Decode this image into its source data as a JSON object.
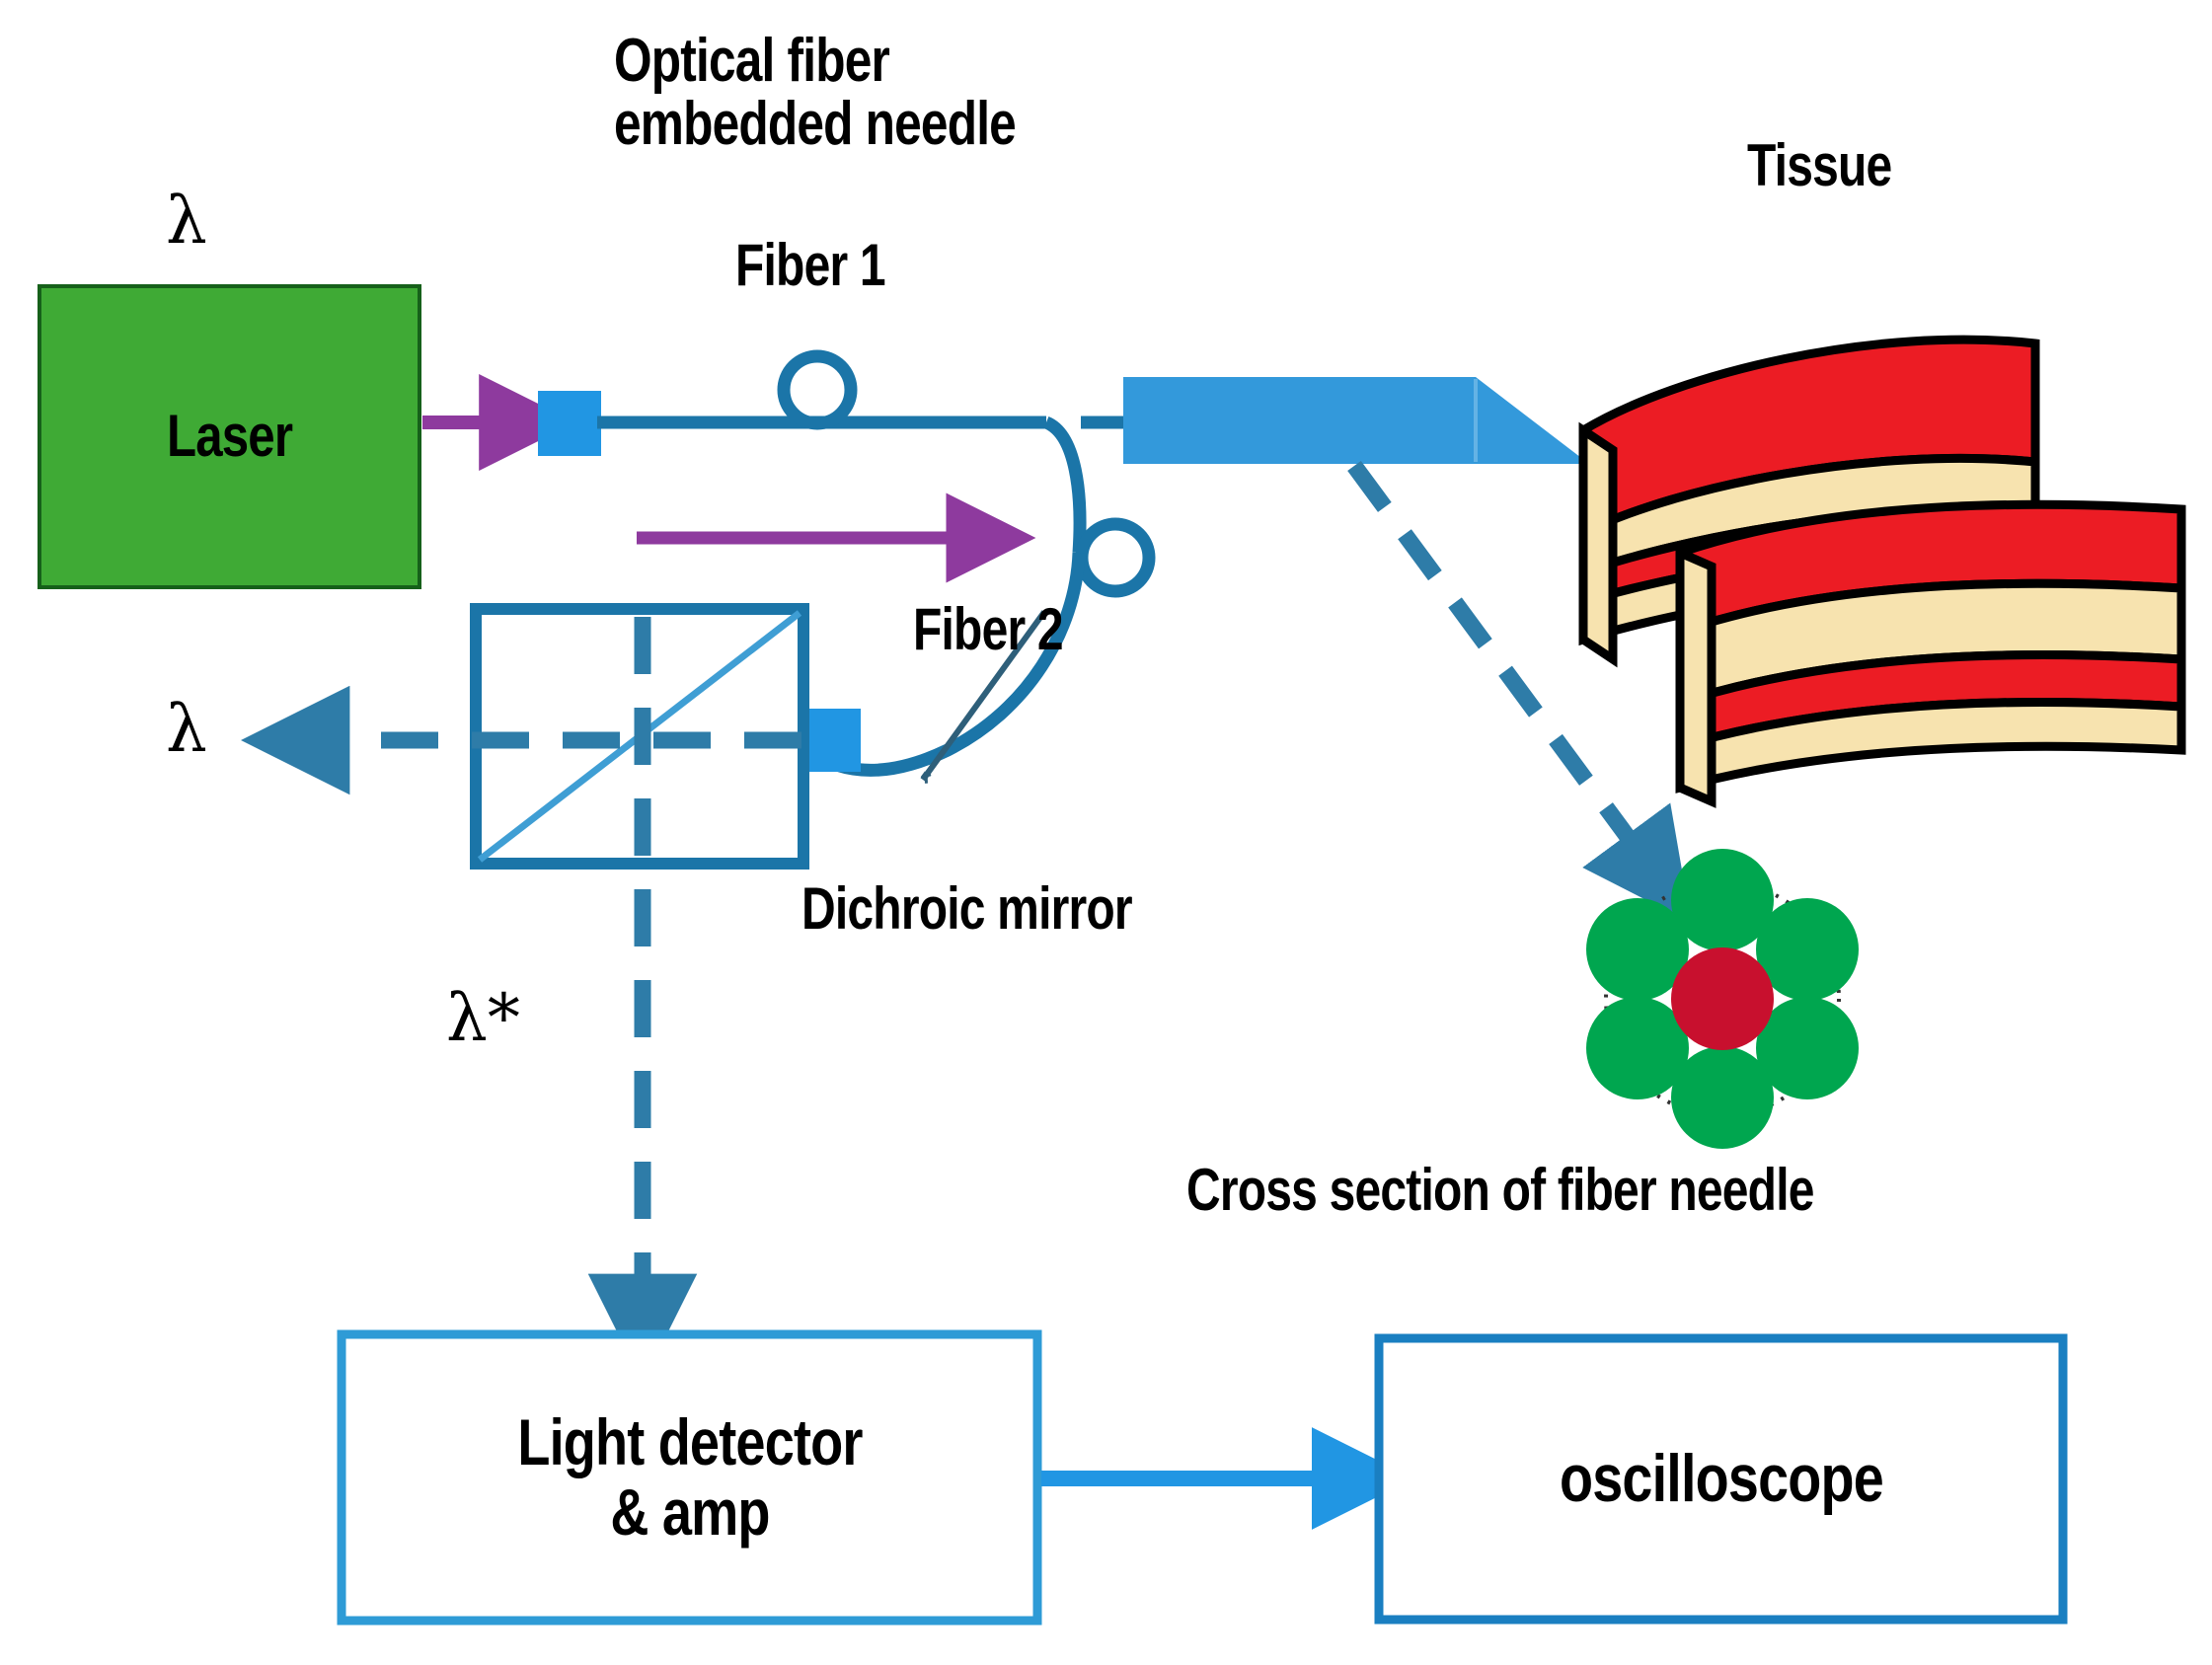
{
  "diagram": {
    "title_not_shown": "",
    "labels": {
      "optical_fiber_needle_line1": "Optical fiber",
      "optical_fiber_needle_line2": "embedded needle",
      "fiber1": "Fiber 1",
      "fiber2": "Fiber 2",
      "dichroic_mirror": "Dichroic mirror",
      "tissue": "Tissue",
      "cross_section": "Cross section of fiber needle",
      "lambda_source": "λ",
      "lambda_reflected": "λ",
      "lambda_star": "λ*"
    },
    "boxes": {
      "laser": "Laser",
      "light_detector_line1": "Light detector",
      "light_detector_line2": "& amp",
      "oscilloscope": "oscilloscope"
    },
    "colors": {
      "laser_green": "#3faa35",
      "laser_green_border": "#17661c",
      "needle_blue": "#3399db",
      "fiber_blue": "#1b75a8",
      "connector_blue": "#2196e3",
      "dashed_blue": "#2e7ca8",
      "box_border_blue": "#2e9bd6",
      "arrow_purple": "#8e3a9e",
      "tissue_red": "#ec1c24",
      "tissue_cream": "#f7e3af",
      "tissue_outline": "#000000",
      "fiber_core_red": "#c8102e",
      "fiber_clad_green": "#00a64f",
      "text_black": "#000000"
    },
    "cross_section": {
      "outer_ring_style": "dotted",
      "center_circle_color": "#c8102e",
      "surrounding_circles_count": 6,
      "surrounding_circle_color": "#00a64f"
    },
    "flows": [
      {
        "from": "laser",
        "to": "fiber-connector",
        "style": "solid",
        "color": "#8e3a9e",
        "label": "λ"
      },
      {
        "from": "fiber-connector",
        "to": "needle",
        "style": "solid",
        "color": "#1b75a8",
        "label": "Fiber 1"
      },
      {
        "from": "needle",
        "to": "cross-section",
        "style": "dashed",
        "color": "#2e7ca8",
        "label": ""
      },
      {
        "from": "fiber2",
        "to": "dichroic-mirror",
        "style": "solid",
        "color": "#1b75a8",
        "label": "Fiber 2"
      },
      {
        "from": "dichroic-mirror",
        "to": "left",
        "style": "dashed",
        "color": "#2e7ca8",
        "label": "λ"
      },
      {
        "from": "dichroic-mirror",
        "to": "light-detector",
        "style": "dashed",
        "color": "#2e7ca8",
        "label": "λ*"
      },
      {
        "from": "light-detector",
        "to": "oscilloscope",
        "style": "solid",
        "color": "#2196e3",
        "label": ""
      }
    ]
  }
}
